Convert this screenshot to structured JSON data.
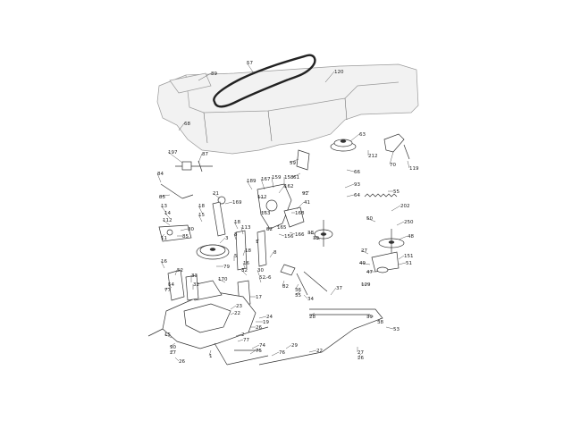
{
  "callouts": [
    {
      "id": "c89",
      "text": "89"
    },
    {
      "id": "c57",
      "text": "57"
    },
    {
      "id": "c120",
      "text": "120"
    },
    {
      "id": "c68",
      "text": "68"
    },
    {
      "id": "c63",
      "text": "63"
    },
    {
      "id": "c197",
      "text": "197"
    },
    {
      "id": "c87",
      "text": "87"
    },
    {
      "id": "c59",
      "text": "59"
    },
    {
      "id": "c212",
      "text": "212"
    },
    {
      "id": "c70",
      "text": "70"
    },
    {
      "id": "c119",
      "text": "119"
    },
    {
      "id": "c84",
      "text": "84"
    },
    {
      "id": "c189",
      "text": "189"
    },
    {
      "id": "c167",
      "text": "167"
    },
    {
      "id": "c159",
      "text": "159"
    },
    {
      "id": "c158",
      "text": "158"
    },
    {
      "id": "c61",
      "text": "61"
    },
    {
      "id": "c66",
      "text": "66"
    },
    {
      "id": "c93",
      "text": "93"
    },
    {
      "id": "c21",
      "text": "21"
    },
    {
      "id": "c92",
      "text": "92"
    },
    {
      "id": "c162",
      "text": "162"
    },
    {
      "id": "c112a",
      "text": "112"
    },
    {
      "id": "c55",
      "text": "55"
    },
    {
      "id": "c85",
      "text": "85"
    },
    {
      "id": "c169",
      "text": "169"
    },
    {
      "id": "c64",
      "text": "64"
    },
    {
      "id": "c13",
      "text": "13"
    },
    {
      "id": "c18a",
      "text": "18"
    },
    {
      "id": "c163",
      "text": "163"
    },
    {
      "id": "c41",
      "text": "41"
    },
    {
      "id": "c14",
      "text": "14"
    },
    {
      "id": "c202",
      "text": "202"
    },
    {
      "id": "c112b",
      "text": "112"
    },
    {
      "id": "c168",
      "text": "168"
    },
    {
      "id": "c50",
      "text": "50"
    },
    {
      "id": "c250",
      "text": "250"
    },
    {
      "id": "c15",
      "text": "15"
    },
    {
      "id": "c18b",
      "text": "18"
    },
    {
      "id": "c113",
      "text": "113"
    },
    {
      "id": "c82",
      "text": "82"
    },
    {
      "id": "c165",
      "text": "165"
    },
    {
      "id": "c166",
      "text": "166"
    },
    {
      "id": "c11",
      "text": "11"
    },
    {
      "id": "c80",
      "text": "80"
    },
    {
      "id": "c38",
      "text": "38"
    },
    {
      "id": "c156",
      "text": "156"
    },
    {
      "id": "c39",
      "text": "39"
    },
    {
      "id": "c48",
      "text": "48"
    },
    {
      "id": "c85b",
      "text": "85"
    },
    {
      "id": "c3",
      "text": "3"
    },
    {
      "id": "c8",
      "text": "8"
    },
    {
      "id": "c27a",
      "text": "27"
    },
    {
      "id": "c1",
      "text": "1"
    },
    {
      "id": "c16a",
      "text": "16"
    },
    {
      "id": "c18c",
      "text": "18"
    },
    {
      "id": "c151",
      "text": "151"
    },
    {
      "id": "c5",
      "text": "5"
    },
    {
      "id": "c8b",
      "text": "8"
    },
    {
      "id": "c49",
      "text": "49"
    },
    {
      "id": "c51",
      "text": "51"
    },
    {
      "id": "c79",
      "text": "79"
    },
    {
      "id": "c16b",
      "text": "16"
    },
    {
      "id": "c52a",
      "text": "52"
    },
    {
      "id": "c33",
      "text": "33"
    },
    {
      "id": "c32",
      "text": "32"
    },
    {
      "id": "c30",
      "text": "30"
    },
    {
      "id": "c82b",
      "text": "82"
    },
    {
      "id": "c47",
      "text": "47"
    },
    {
      "id": "c6",
      "text": "6"
    },
    {
      "id": "c36",
      "text": "36"
    },
    {
      "id": "c35",
      "text": "35"
    },
    {
      "id": "c170",
      "text": "170"
    },
    {
      "id": "c54",
      "text": "54"
    },
    {
      "id": "c52b",
      "text": "52"
    },
    {
      "id": "c129",
      "text": "129"
    },
    {
      "id": "c77",
      "text": "77"
    },
    {
      "id": "c32b",
      "text": "32"
    },
    {
      "id": "c37",
      "text": "37"
    },
    {
      "id": "c34",
      "text": "34"
    },
    {
      "id": "c17",
      "text": "17"
    },
    {
      "id": "c23",
      "text": "23"
    },
    {
      "id": "c22",
      "text": "22"
    },
    {
      "id": "c24",
      "text": "24"
    },
    {
      "id": "c19",
      "text": "19"
    },
    {
      "id": "c28",
      "text": "28"
    },
    {
      "id": "c39b",
      "text": "39"
    },
    {
      "id": "c38b",
      "text": "38"
    },
    {
      "id": "c53",
      "text": "53"
    },
    {
      "id": "c26a",
      "text": "26"
    },
    {
      "id": "c15b",
      "text": "15"
    },
    {
      "id": "c2",
      "text": "2"
    },
    {
      "id": "c77b",
      "text": "77"
    },
    {
      "id": "c29",
      "text": "29"
    },
    {
      "id": "c27b",
      "text": "27"
    },
    {
      "id": "c26b",
      "text": "26"
    },
    {
      "id": "c90",
      "text": "90"
    },
    {
      "id": "c74",
      "text": "74"
    },
    {
      "id": "c75",
      "text": "75"
    },
    {
      "id": "c76",
      "text": "76"
    },
    {
      "id": "c22b",
      "text": "22"
    },
    {
      "id": "c1b",
      "text": "1"
    },
    {
      "id": "c27c",
      "text": "27"
    },
    {
      "id": "c26c",
      "text": "26"
    }
  ]
}
